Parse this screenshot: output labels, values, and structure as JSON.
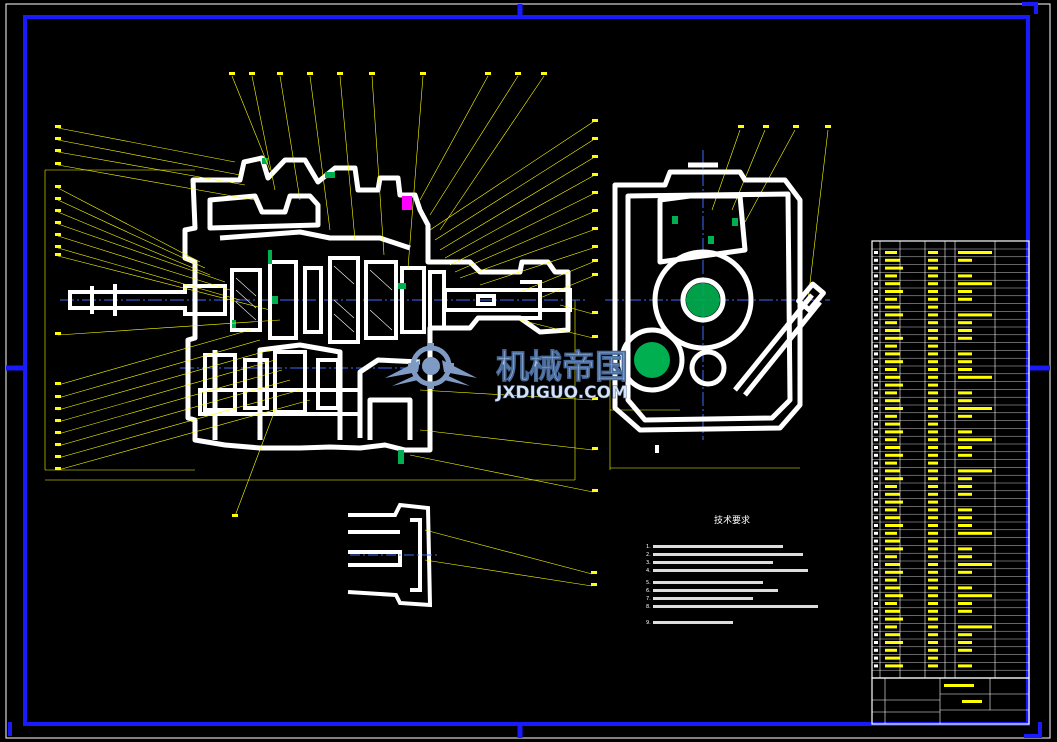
{
  "drawing": {
    "tech_requirements_title": "技术要求",
    "tech_requirements": [
      "1.",
      "2.",
      "3.",
      "4.",
      "5.",
      "6.",
      "7.",
      "8.",
      "9."
    ],
    "title_block": {
      "drawing_name": "",
      "drawing_no": ""
    }
  },
  "watermark": {
    "cn": "机械帝国",
    "en": "JXDIGUO.COM"
  },
  "colors": {
    "background": "#000000",
    "frame": "#1a1aff",
    "outline": "#ffffff",
    "leader": "#ffff00",
    "centerline": "#3b6cff",
    "part_green": "#00b050",
    "part_magenta": "#ff00ff"
  }
}
